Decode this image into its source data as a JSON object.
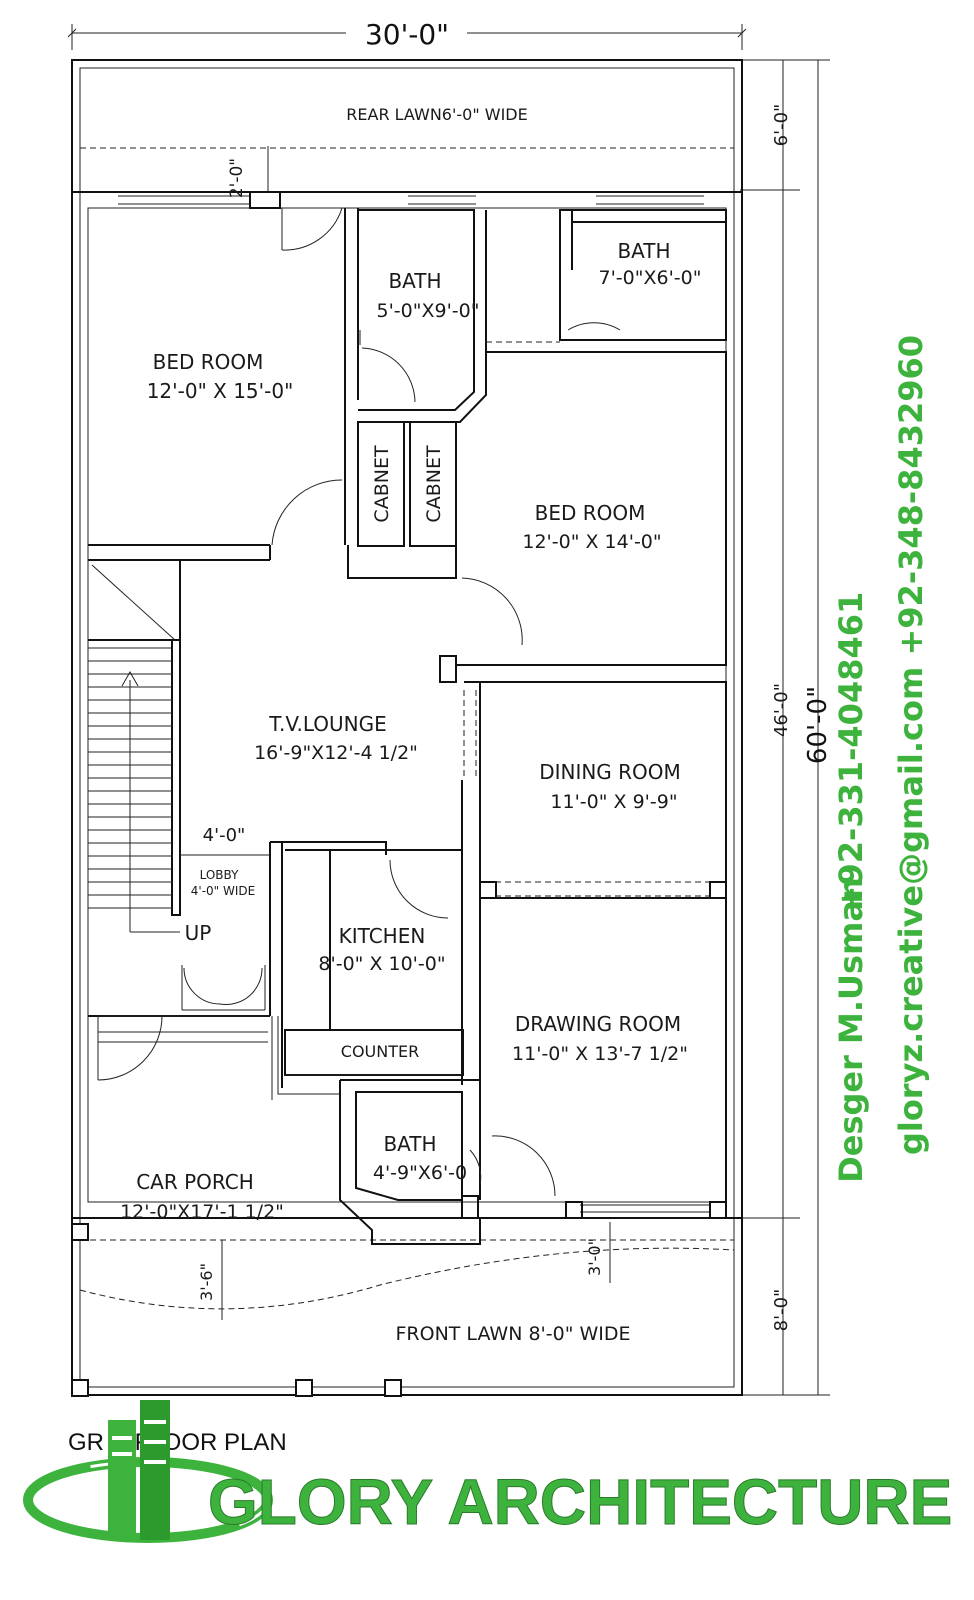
{
  "dimensions": {
    "overall_width": "30'-0\"",
    "overall_depth": "60'-0\"",
    "rear_lawn_depth": "6'-0\"",
    "house_depth": "46'-0\"",
    "front_lawn_depth": "8'-0\"",
    "setback_2": "2'-0\"",
    "lobby_width": "4'-0\"",
    "setback_3_6": "3'-6\"",
    "setback_3": "3'-0\""
  },
  "rooms": {
    "rear_lawn": "REAR LAWN6'-0\" WIDE",
    "bed1_name": "BED ROOM",
    "bed1_size": "12'-0\" X 15'-0\"",
    "bath1_name": "BATH",
    "bath1_size": "5'-0\"X9'-0\"",
    "bath2_name": "BATH",
    "bath2_size": "7'-0\"X6'-0\"",
    "cabinet1": "CABNET",
    "cabinet2": "CABNET",
    "bed2_name": "BED ROOM",
    "bed2_size": "12'-0\" X 14'-0\"",
    "tv_name": "T.V.LOUNGE",
    "tv_size": "16'-9\"X12'-4 1/2\"",
    "dining_name": "DINING ROOM",
    "dining_size": "11'-0\" X 9'-9\"",
    "lobby_name": "LOBBY",
    "lobby_size": "4'-0\" WIDE",
    "stair_up": "UP",
    "kitchen_name": "KITCHEN",
    "kitchen_size": "8'-0\" X 10'-0\"",
    "counter": "COUNTER",
    "drawing_name": "DRAWING ROOM",
    "drawing_size": "11'-0\" X 13'-7 1/2\"",
    "bath3_name": "BATH",
    "bath3_size": "4'-9\"X6'-0",
    "porch_name": "CAR PORCH",
    "porch_size": "12'-0\"X17'-1 1/2\"",
    "front_lawn": "FRONT LAWN 8'-0\" WIDE"
  },
  "credits": {
    "designer": "Desger M.Usman",
    "phones": "+92-331-4048461",
    "contact": "gloryz.creative@gmail.com +92-348-8432960"
  },
  "footer": {
    "plan_title": "GR    D FLOOR PLAN",
    "brand": "GLORY ARCHITECTURE"
  },
  "colors": {
    "brand_green": "#3db33d",
    "line": "#111111"
  },
  "icons": {
    "logo": "glory-architecture-logo"
  }
}
